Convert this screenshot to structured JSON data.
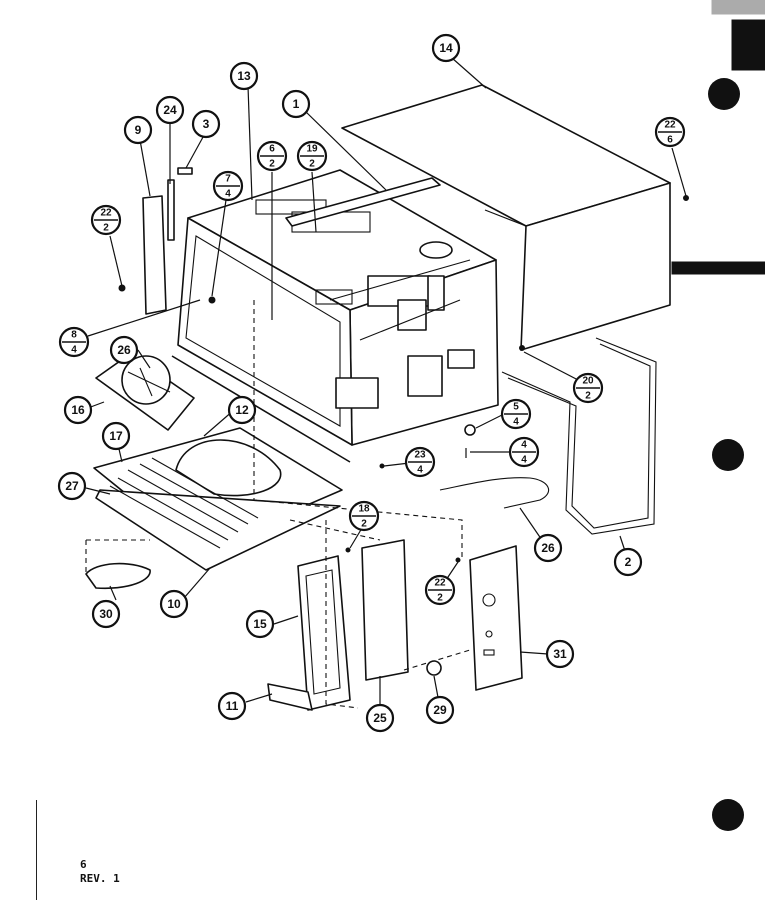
{
  "callouts": [
    {
      "id": "c1",
      "label": "1"
    },
    {
      "id": "c2",
      "label": "2"
    },
    {
      "id": "c3",
      "label": "3"
    },
    {
      "id": "c9",
      "label": "9"
    },
    {
      "id": "c10",
      "label": "10"
    },
    {
      "id": "c11",
      "label": "11"
    },
    {
      "id": "c12",
      "label": "12"
    },
    {
      "id": "c13",
      "label": "13"
    },
    {
      "id": "c14",
      "label": "14"
    },
    {
      "id": "c15",
      "label": "15"
    },
    {
      "id": "c16",
      "label": "16"
    },
    {
      "id": "c17",
      "label": "17"
    },
    {
      "id": "c24",
      "label": "24"
    },
    {
      "id": "c25",
      "label": "25"
    },
    {
      "id": "c26a",
      "label": "26"
    },
    {
      "id": "c26b",
      "label": "26"
    },
    {
      "id": "c27",
      "label": "27"
    },
    {
      "id": "c29",
      "label": "29"
    },
    {
      "id": "c30",
      "label": "30"
    },
    {
      "id": "c31",
      "label": "31"
    }
  ],
  "fraction_callouts": [
    {
      "id": "f22_6",
      "top": "22",
      "bottom": "6"
    },
    {
      "id": "f22_2a",
      "top": "22",
      "bottom": "2"
    },
    {
      "id": "f7_4",
      "top": "7",
      "bottom": "4"
    },
    {
      "id": "f6_2",
      "top": "6",
      "bottom": "2"
    },
    {
      "id": "f19_2",
      "top": "19",
      "bottom": "2"
    },
    {
      "id": "f8_4",
      "top": "8",
      "bottom": "4"
    },
    {
      "id": "f20_2",
      "top": "20",
      "bottom": "2"
    },
    {
      "id": "f5_4",
      "top": "5",
      "bottom": "4"
    },
    {
      "id": "f4_4",
      "top": "4",
      "bottom": "4"
    },
    {
      "id": "f23_4",
      "top": "23",
      "bottom": "4"
    },
    {
      "id": "f18_2",
      "top": "18",
      "bottom": "2"
    },
    {
      "id": "f22_2b",
      "top": "22",
      "bottom": "2"
    }
  ],
  "footer": {
    "page_number": "6",
    "revision": "REV. 1"
  }
}
